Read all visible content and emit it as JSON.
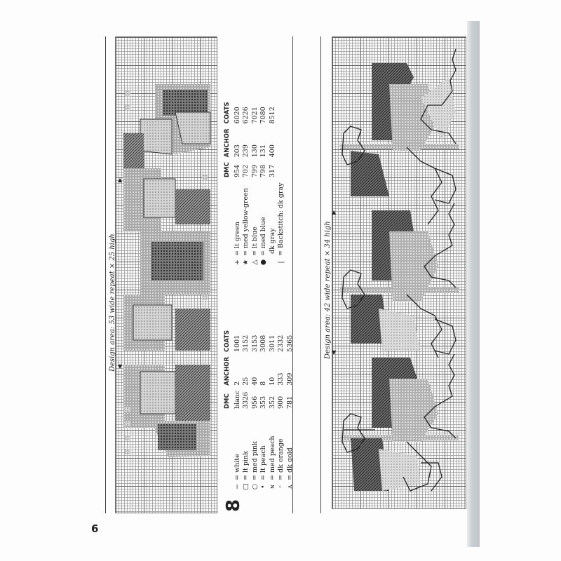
{
  "page": {
    "page_number": "6",
    "pattern_number": "8"
  },
  "left_chart": {
    "caption": "Design area: 53 wide repeat × 25 high",
    "key": {
      "headers": [
        "",
        "DMC",
        "ANCHOR",
        "COATS"
      ],
      "rows": [
        {
          "symbol": "−",
          "color": "white",
          "dmc": "blanc",
          "anchor": "2",
          "coats": "1001"
        },
        {
          "symbol": "□",
          "color": "lt pink",
          "dmc": "3326",
          "anchor": "25",
          "coats": "3152"
        },
        {
          "symbol": "○",
          "color": "med pink",
          "dmc": "956",
          "anchor": "40",
          "coats": "3153"
        },
        {
          "symbol": "•",
          "color": "lt peach",
          "dmc": "353",
          "anchor": "8",
          "coats": "3008"
        },
        {
          "symbol": "ɴ",
          "color": "med peach",
          "dmc": "352",
          "anchor": "10",
          "coats": "3011"
        },
        {
          "symbol": "◦",
          "color": "dk orange",
          "dmc": "900",
          "anchor": "333",
          "coats": "2332"
        },
        {
          "symbol": "ʌ",
          "color": "dk gold",
          "dmc": "781",
          "anchor": "309",
          "coats": "5365"
        }
      ]
    },
    "key2": {
      "headers": [
        "",
        "DMC",
        "ANCHOR",
        "COATS"
      ],
      "rows": [
        {
          "symbol": "+",
          "color": "lt green",
          "dmc": "954",
          "anchor": "203",
          "coats": "6020"
        },
        {
          "symbol": "★",
          "color": "med yellow-green",
          "dmc": "702",
          "anchor": "239",
          "coats": "6226"
        },
        {
          "symbol": "△",
          "color": "lt blue",
          "dmc": "799",
          "anchor": "130",
          "coats": "7021"
        },
        {
          "symbol": "●",
          "color": "med blue",
          "dmc": "798",
          "anchor": "131",
          "coats": "7080"
        },
        {
          "symbol": "",
          "color": "dk gray",
          "dmc": "317",
          "anchor": "400",
          "coats": "8512"
        },
        {
          "symbol": "|",
          "color": "Backstitch: dk gray",
          "dmc": "",
          "anchor": "",
          "coats": ""
        }
      ]
    }
  },
  "right_chart": {
    "caption": "Design area: 42 wide repeat × 34 high"
  },
  "colors": {
    "grid_line": "#5a5a5a",
    "stitch_dark": "#4a4a4a",
    "stitch_mid": "#8a8a8a",
    "stitch_light": "#bdbdbd",
    "page_edge": "#c2c8cc"
  }
}
